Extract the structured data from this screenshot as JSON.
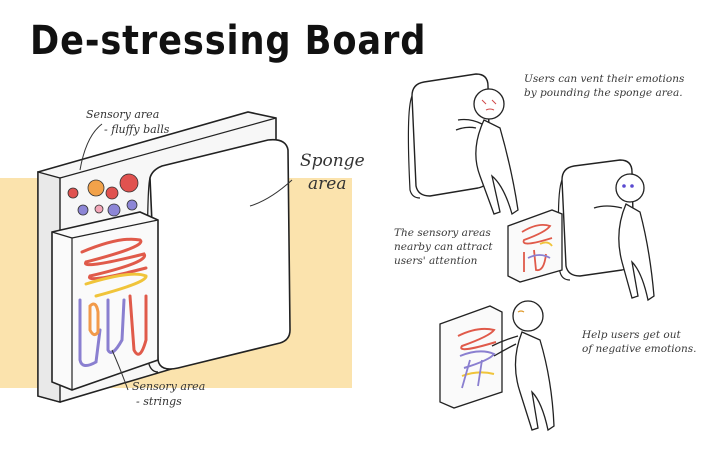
{
  "title": "De-stressing Board",
  "labels": {
    "sensory_area_top": "Sensory area",
    "fluffy_balls": "- fluffy balls",
    "sponge_line1": "Sponge",
    "sponge_line2": "area",
    "sensory_area_bottom": "Sensory area",
    "strings": "- strings"
  },
  "captions": {
    "vent_line1": "Users can vent their emotions",
    "vent_line2": "by pounding the sponge area.",
    "attract_line1": "The sensory areas",
    "attract_line2": "nearby can attract",
    "attract_line3": "users' attention",
    "help_line1": "Help users get out",
    "help_line2": "of negative emotions."
  },
  "colors": {
    "highlight": "#fbe3ad",
    "ball_red": "#e0524f",
    "ball_orange": "#f2a24a",
    "ball_purple": "#8d86d6",
    "ball_pink": "#f3a6b8",
    "string_red": "#e05a4a",
    "string_yellow": "#f0c43a",
    "string_purple": "#8a7fd0",
    "string_orange": "#f29a4a"
  }
}
